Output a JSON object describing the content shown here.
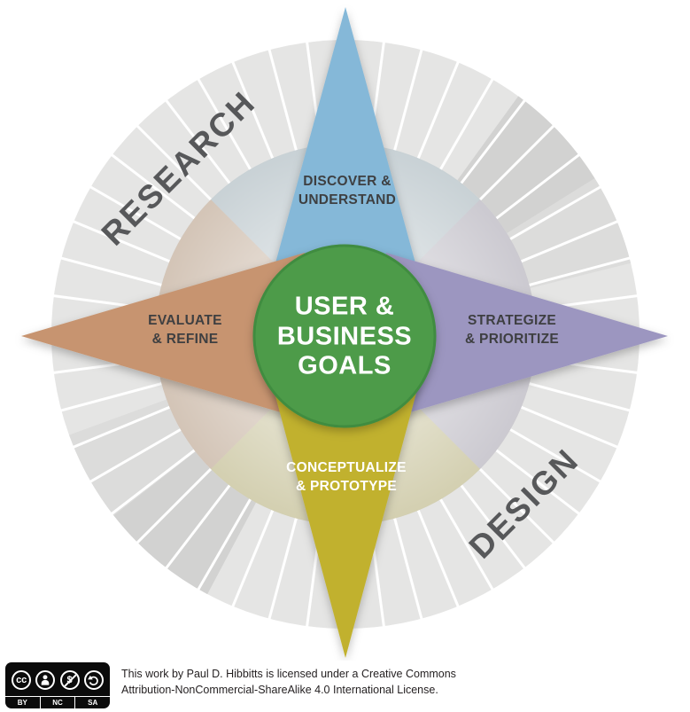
{
  "colors": {
    "blue": "#85b8d8",
    "purple": "#9c96c0",
    "orange": "#c79470",
    "yellow": "#c1b12e",
    "green": "#4d9b49",
    "green_rim": "#3f8c3f",
    "ring_base": "#e5e5e4",
    "ring_dark": "#d2d2d1",
    "ring_mid": "#dcdcdb",
    "inner_disc": "#d9d8d5",
    "spoke": "#ffffff",
    "label_dark": "#3e3f41",
    "ring_label": "#57585a",
    "center_text": "#ffffff"
  },
  "ring": {
    "spokes": 48,
    "labels": {
      "research": "RESEARCH",
      "design": "DESIGN"
    }
  },
  "points": {
    "discover": {
      "line1": "DISCOVER &",
      "line2": "UNDERSTAND"
    },
    "strategize": {
      "line1": "STRATEGIZE",
      "line2": "& PRIORITIZE"
    },
    "evaluate": {
      "line1": "EVALUATE",
      "line2": "& REFINE"
    },
    "conceptualize": {
      "line1": "CONCEPTUALIZE",
      "line2": "& PROTOTYPE"
    }
  },
  "center": {
    "line1": "USER &",
    "line2": "BUSINESS",
    "line3": "GOALS"
  },
  "footer": {
    "badge": {
      "cc_glyph": "cc",
      "nc_glyph": "$",
      "labels": [
        "BY",
        "NC",
        "SA"
      ]
    },
    "license_line1": "This work by Paul D. Hibbitts is licensed under a Creative Commons",
    "license_line2": "Attribution-NonCommercial-ShareAlike 4.0 International License."
  }
}
